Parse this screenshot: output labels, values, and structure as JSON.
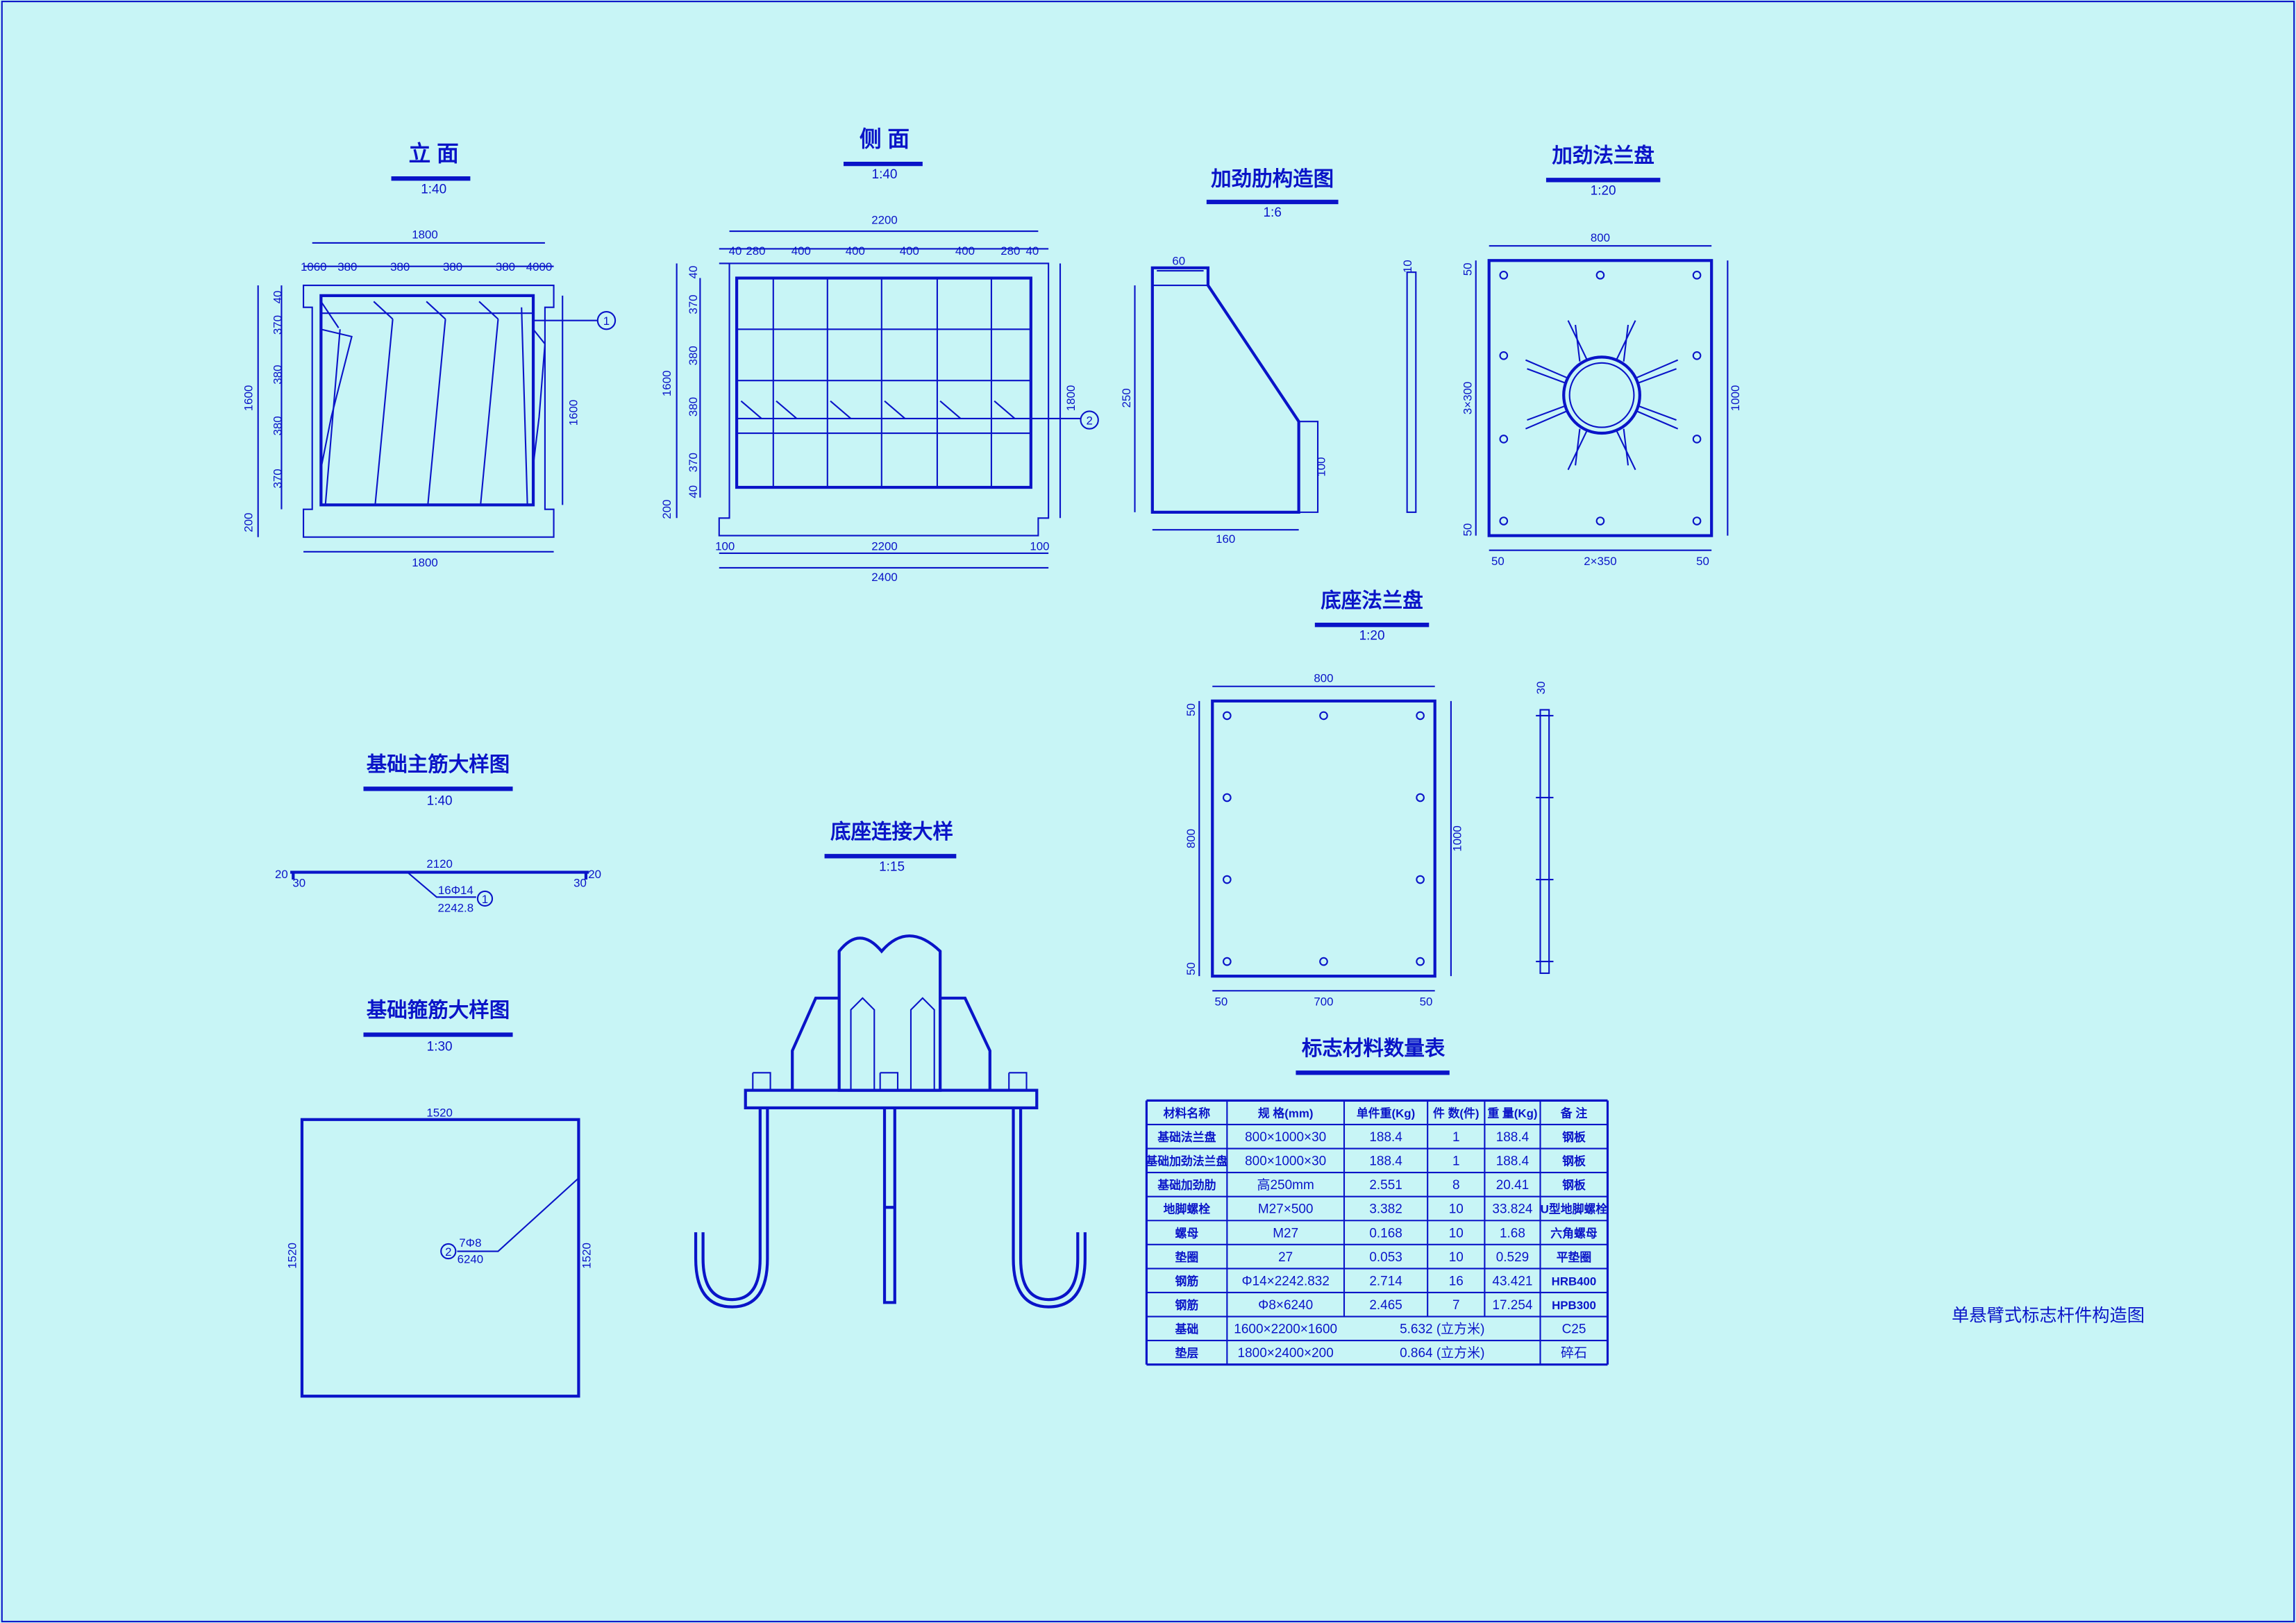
{
  "drawing_title": "单悬臂式标志杆件构造图",
  "views": {
    "elevation": {
      "title": "立  面",
      "scale": "1:40",
      "dims_top": [
        "1800",
        "1060",
        "380",
        "380",
        "380",
        "380",
        "4000"
      ],
      "dims_left": [
        "40",
        "370",
        "380",
        "380",
        "370",
        "1600",
        "200"
      ],
      "dim_right": "1600",
      "dim_bottom": "1800",
      "callout": "1"
    },
    "side": {
      "title": "侧  面",
      "scale": "1:40",
      "dims_top": [
        "2200",
        "40",
        "280",
        "400",
        "400",
        "400",
        "400",
        "280",
        "40"
      ],
      "dims_left": [
        "370",
        "380",
        "380",
        "370",
        "1600",
        "40",
        "40",
        "200"
      ],
      "dim_right": "1800",
      "dims_bottom": [
        "100",
        "2200",
        "100",
        "2400"
      ],
      "callout": "2"
    },
    "rib": {
      "title": "加劲肋构造图",
      "scale": "1:6",
      "dims": [
        "60",
        "250",
        "100",
        "160",
        "10"
      ]
    },
    "flange": {
      "title": "加劲法兰盘",
      "scale": "1:20",
      "dims": [
        "800",
        "50",
        "3×300",
        "50",
        "1000",
        "50",
        "2×350",
        "50"
      ]
    },
    "base_flange": {
      "title": "底座法兰盘",
      "scale": "1:20",
      "dims": [
        "800",
        "50",
        "800",
        "50",
        "1000",
        "50",
        "700",
        "50",
        "30"
      ]
    },
    "main_rebar": {
      "title": "基础主筋大样图",
      "scale": "1:40",
      "dims": [
        "20",
        "30",
        "2120",
        "30",
        "20",
        "16Φ14",
        "2242.8"
      ],
      "callout": "1"
    },
    "stirrup": {
      "title": "基础箍筋大样图",
      "scale": "1:30",
      "dims": [
        "1520",
        "1520",
        "1520",
        "7Φ8",
        "6240"
      ],
      "callout": "2"
    },
    "base_detail": {
      "title": "底座连接大样",
      "scale": "1:15"
    }
  },
  "table": {
    "title": "标志材料数量表",
    "headers": [
      "材料名称",
      "规 格(mm)",
      "单件重(Kg)",
      "件 数(件)",
      "重 量(Kg)",
      "备 注"
    ],
    "rows": [
      [
        "基础法兰盘",
        "800×1000×30",
        "188.4",
        "1",
        "188.4",
        "钢板"
      ],
      [
        "基础加劲法兰盘",
        "800×1000×30",
        "188.4",
        "1",
        "188.4",
        "钢板"
      ],
      [
        "基础加劲肋",
        "高250mm",
        "2.551",
        "8",
        "20.41",
        "钢板"
      ],
      [
        "地脚螺栓",
        "M27×500",
        "3.382",
        "10",
        "33.824",
        "U型地脚螺栓"
      ],
      [
        "螺母",
        "M27",
        "0.168",
        "10",
        "1.68",
        "六角螺母"
      ],
      [
        "垫圈",
        "27",
        "0.053",
        "10",
        "0.529",
        "平垫圈"
      ],
      [
        "钢筋",
        "Φ14×2242.832",
        "2.714",
        "16",
        "43.421",
        "HRB400"
      ],
      [
        "钢筋",
        "Φ8×6240",
        "2.465",
        "7",
        "17.254",
        "HPB300"
      ]
    ],
    "merged_rows": [
      {
        "name": "基础",
        "spec": "1600×2200×1600",
        "volume": "5.632 (立方米)",
        "note": "C25"
      },
      {
        "name": "垫层",
        "spec": "1800×2400×200",
        "volume": "0.864 (立方米)",
        "note": "碎石"
      }
    ]
  },
  "colors": {
    "background": "#c8f5f6",
    "lines": "#0a14c8"
  }
}
